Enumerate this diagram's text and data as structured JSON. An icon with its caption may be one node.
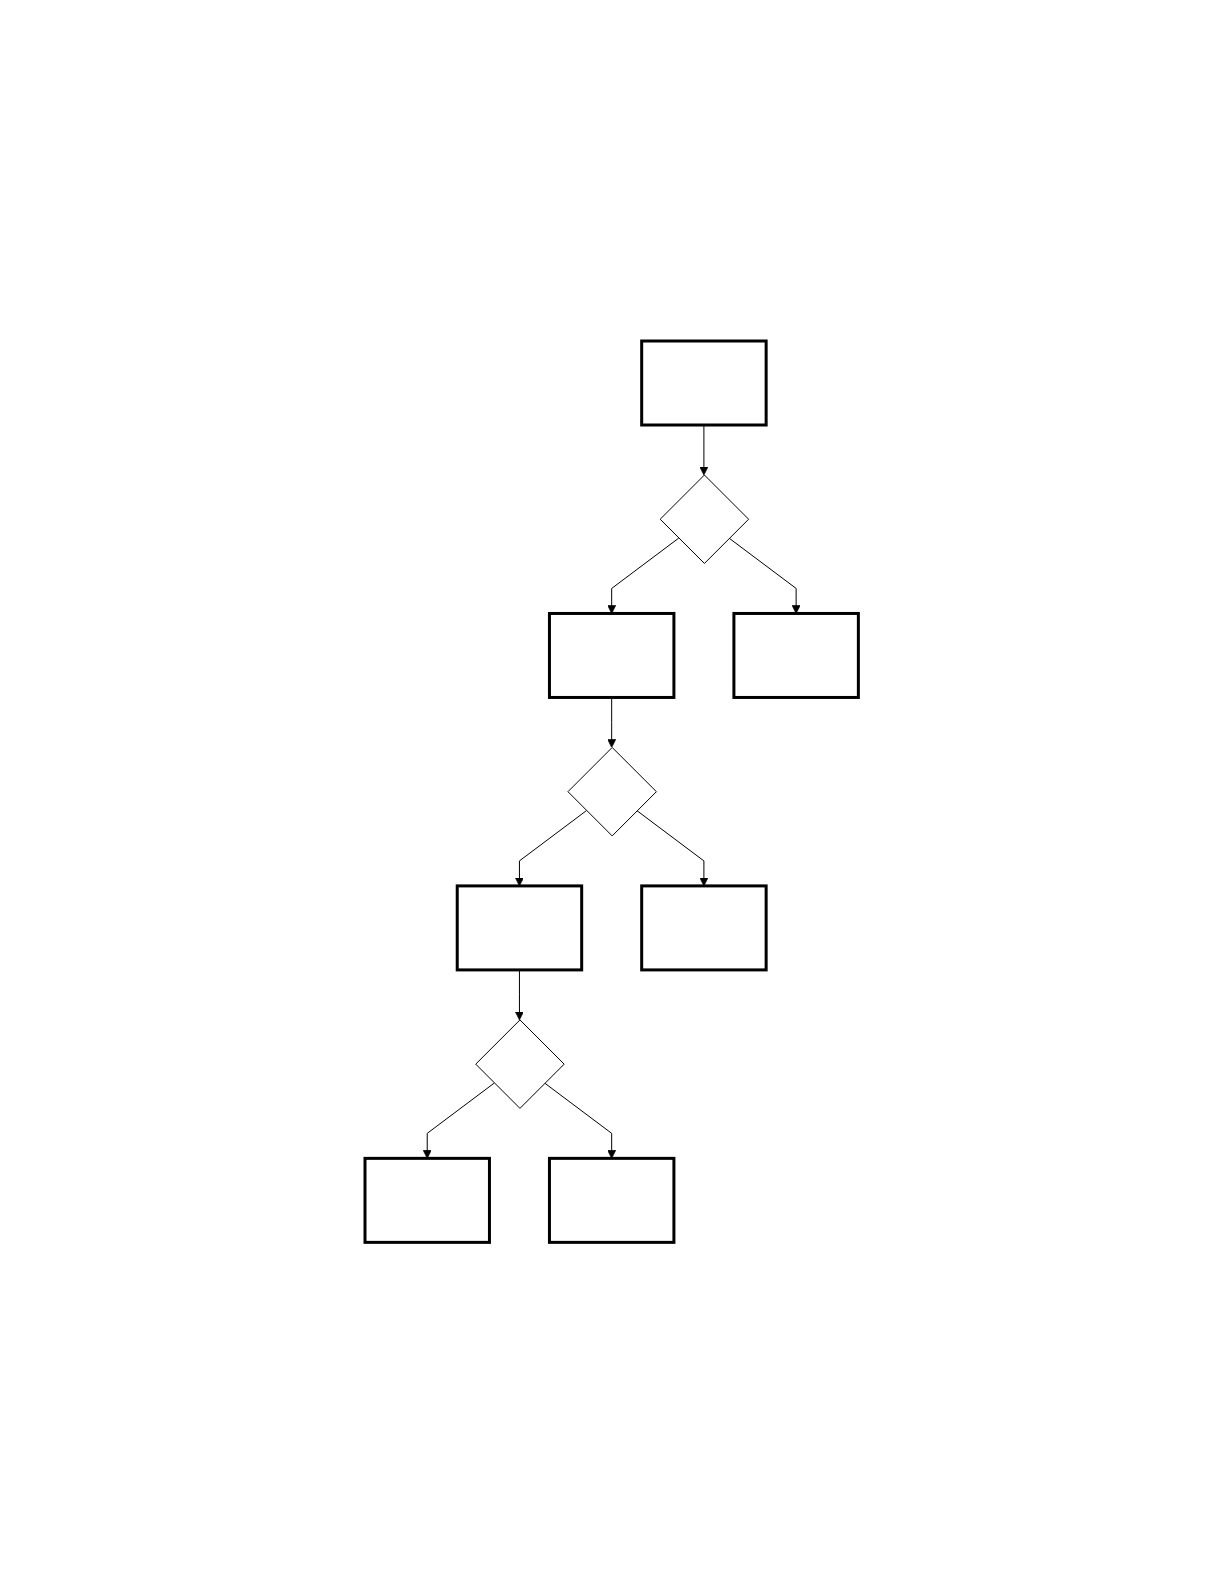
{
  "diagram": {
    "nodes": [
      {
        "text": [],
        "shape": "box"
      },
      {
        "text": [],
        "shape": "diamond"
      },
      {
        "text": [],
        "shape": "box"
      },
      {
        "text": [],
        "shape": "box"
      },
      {
        "text": [],
        "shape": "diamond"
      },
      {
        "text": [],
        "shape": "box"
      },
      {
        "text": [],
        "shape": "box"
      },
      {
        "text": [],
        "shape": "diamond"
      },
      {
        "text": [],
        "shape": "box"
      },
      {
        "text": [],
        "shape": "box"
      }
    ],
    "edges": [
      {
        "from": 0,
        "to": 1,
        "arrow": "to"
      },
      {
        "from": 1,
        "to": 2,
        "arrow": "to"
      },
      {
        "from": 1,
        "to": 3,
        "arrow": "to"
      },
      {
        "from": 2,
        "to": 4,
        "arrow": "to"
      },
      {
        "from": 4,
        "to": 5,
        "arrow": "to"
      },
      {
        "from": 4,
        "to": 6,
        "arrow": "to"
      },
      {
        "from": 5,
        "to": 7,
        "arrow": "to"
      },
      {
        "from": 7,
        "to": 8,
        "arrow": "to"
      },
      {
        "from": 7,
        "to": 9,
        "arrow": "to"
      }
    ]
  }
}
